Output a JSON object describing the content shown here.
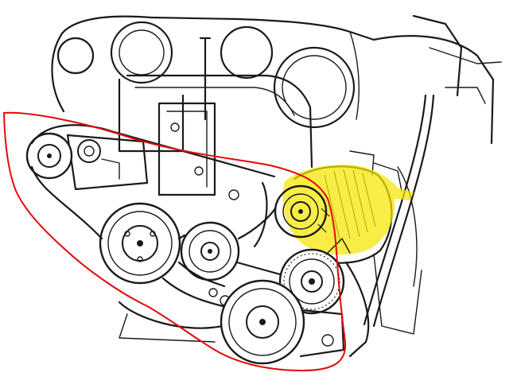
{
  "colors": {
    "ink": "#1a1a1a",
    "background": "#ffffff",
    "belt_route_markup": "#e10a0a",
    "alternator_highlight": "#f5e600"
  },
  "annotations": [
    {
      "name": "belt-route-outline",
      "style": "hand-drawn red loop around the drive belt pulleys"
    },
    {
      "name": "alternator-highlight",
      "style": "yellow marker over the alternator"
    }
  ],
  "components": [
    "crankshaft-pulley",
    "idler-pulley",
    "tensioner-pulley",
    "power-steering-pulley",
    "alternator",
    "alternator-pulley",
    "ac-compressor-pulley",
    "timing-cover",
    "engine-block"
  ]
}
